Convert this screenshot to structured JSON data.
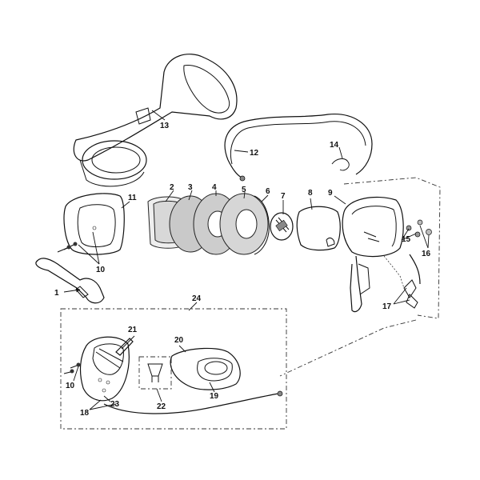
{
  "callouts": {
    "c1": "1",
    "c2": "2",
    "c3": "3",
    "c4": "4",
    "c5": "5",
    "c6": "6",
    "c7": "7",
    "c8": "8",
    "c9": "9",
    "c10a": "10",
    "c10b": "10",
    "c11": "11",
    "c12": "12",
    "c13": "13",
    "c14": "14",
    "c15": "15",
    "c16": "16",
    "c17": "17",
    "c18": "18",
    "c19": "19",
    "c20": "20",
    "c21": "21",
    "c22": "22",
    "c23": "23",
    "c24": "24"
  },
  "colors": {
    "line": "#111111",
    "pad_gray": "#c8c8c8",
    "foam_gray": "#dcdcdc",
    "light": "#f2f2f2"
  }
}
